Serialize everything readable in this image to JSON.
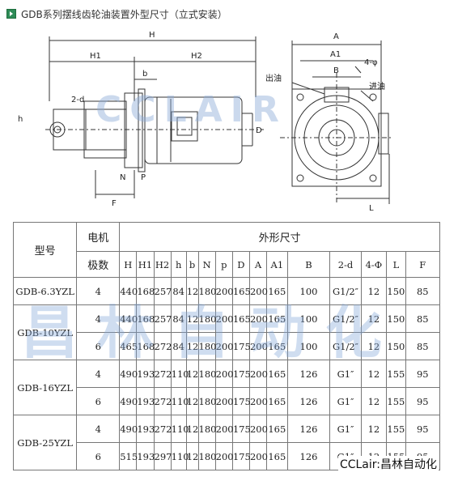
{
  "title": "GDB系列摆线齿轮油装置外型尺寸（立式安装）",
  "drawing": {
    "dim_labels": {
      "H": "H",
      "H1": "H1",
      "H2": "H2",
      "b": "b",
      "two_d": "2-d",
      "h": "h",
      "N": "N",
      "p": "P",
      "D": "D",
      "F": "F",
      "A": "A",
      "A1": "A1",
      "B": "B",
      "four_phi": "4-φ",
      "L": "L"
    },
    "outlet": "出油",
    "inlet": "进油"
  },
  "watermark_top": "CCLAIR",
  "watermark_table": "昌林自动化",
  "brand": "CCLair:昌林自动化",
  "table": {
    "model_header": "型号",
    "motor_header_1": "电机",
    "motor_header_2": "极数",
    "dims_header": "外形尺寸",
    "columns": [
      "H",
      "H1",
      "H2",
      "h",
      "b",
      "N",
      "p",
      "D",
      "A",
      "A1",
      "B",
      "2-d",
      "4-Φ",
      "L",
      "F"
    ],
    "groups": [
      {
        "model": "GDB-6.3YZL",
        "rows": [
          [
            "4",
            "440",
            "168",
            "257",
            "84",
            "12",
            "180",
            "200",
            "165",
            "200",
            "165",
            "100",
            "G1/2″",
            "12",
            "150",
            "85"
          ]
        ]
      },
      {
        "model": "GDB-10YZL",
        "rows": [
          [
            "4",
            "440",
            "168",
            "257",
            "84",
            "12",
            "180",
            "200",
            "165",
            "200",
            "165",
            "100",
            "G1/2″",
            "12",
            "150",
            "85"
          ],
          [
            "6",
            "465",
            "168",
            "272",
            "84",
            "12",
            "180",
            "200",
            "175",
            "200",
            "165",
            "100",
            "G1/2″",
            "12",
            "150",
            "85"
          ]
        ]
      },
      {
        "model": "GDB-16YZL",
        "rows": [
          [
            "4",
            "490",
            "193",
            "272",
            "110",
            "12",
            "180",
            "200",
            "175",
            "200",
            "165",
            "126",
            "G1″",
            "12",
            "155",
            "95"
          ],
          [
            "6",
            "490",
            "193",
            "272",
            "110",
            "12",
            "180",
            "200",
            "175",
            "200",
            "165",
            "126",
            "G1″",
            "12",
            "155",
            "95"
          ]
        ]
      },
      {
        "model": "GDB-25YZL",
        "rows": [
          [
            "4",
            "490",
            "193",
            "272",
            "110",
            "12",
            "180",
            "200",
            "175",
            "200",
            "165",
            "126",
            "G1″",
            "12",
            "155",
            "95"
          ],
          [
            "6",
            "515",
            "193",
            "297",
            "110",
            "12",
            "180",
            "200",
            "175",
            "200",
            "165",
            "126",
            "G1″",
            "12",
            "155",
            "95"
          ]
        ]
      }
    ]
  }
}
